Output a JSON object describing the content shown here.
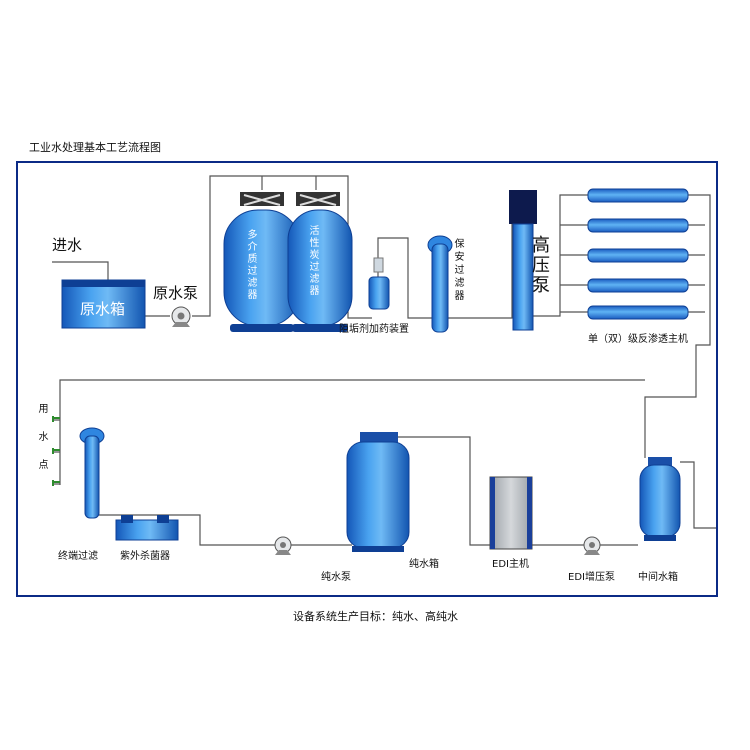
{
  "title": "工业水处理基本工艺流程图",
  "caption": "设备系统生产目标：纯水、高纯水",
  "colors": {
    "equipment_blue": "#2f86e0",
    "dark_blue": "#0e3f94",
    "pipe": "#555555",
    "valve_green": "#2e8b2e"
  },
  "labels": {
    "inlet": "进水",
    "raw_tank": "原水箱",
    "raw_pump": "原水泵",
    "multi_filter": "多介质过滤器",
    "carbon_filter": "活性炭过滤器",
    "antiscalant": "阻垢剂加药装置",
    "security_filter": "保安过滤器",
    "hp_pump": "高压泵",
    "ro_unit": "单（双）级反渗透主机",
    "mid_tank": "中间水箱",
    "edi_pump": "EDI增压泵",
    "edi_unit": "EDI主机",
    "pure_tank": "纯水箱",
    "pure_pump": "纯水泵",
    "uv": "紫外杀菌器",
    "terminal_filter": "终端过滤",
    "use_water": "用水点"
  },
  "icons": [
    "valve-icon",
    "pump-icon",
    "tap-icon",
    "ro-membrane-icon"
  ]
}
